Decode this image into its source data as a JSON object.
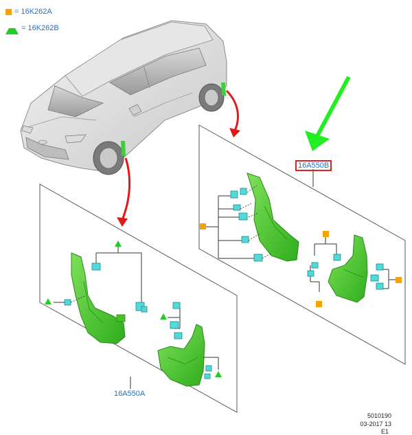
{
  "legend": [
    {
      "symbol": "square",
      "color": "#f5a300",
      "text": "= 16K262A"
    },
    {
      "symbol": "triangle",
      "color": "#22cc22",
      "text": "= 16K262B"
    }
  ],
  "callouts": {
    "rear_set": "16A550B",
    "front_set": "16A550A"
  },
  "footer": {
    "line1": "5010190",
    "line2": "03-2017 13",
    "line3": "E1"
  },
  "colors": {
    "part_green": "#55cc33",
    "clip_cyan": "#55d8d8",
    "arrow_red": "#e01818",
    "arrow_green": "#22ee22",
    "square_marker": "#f5a300",
    "triangle_marker": "#22cc22"
  }
}
